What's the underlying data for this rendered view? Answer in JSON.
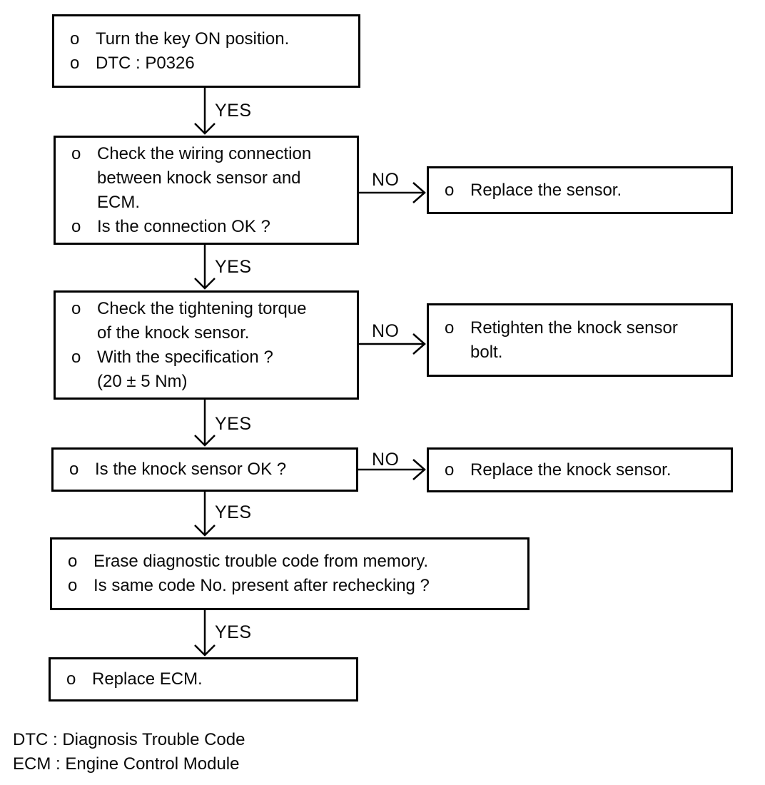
{
  "figure": {
    "title_hint": "DTC P0326 knock sensor diagnostic flowchart",
    "bullet_marker": "o",
    "labels": {
      "yes": "YES",
      "no": "NO"
    },
    "colors": {
      "ink": "#0a0a0a",
      "background": "#ffffff"
    },
    "main_steps": [
      {
        "id": "step-1",
        "bullets": [
          {
            "lines": [
              "Turn the key ON position."
            ]
          },
          {
            "lines": [
              "DTC : P0326"
            ]
          }
        ]
      },
      {
        "id": "step-2",
        "bullets": [
          {
            "lines": [
              "Check the wiring connection",
              "between knock sensor and",
              "ECM."
            ]
          },
          {
            "lines": [
              "Is the connection OK ?"
            ]
          }
        ]
      },
      {
        "id": "step-3",
        "bullets": [
          {
            "lines": [
              "Check the tightening torque",
              "of the knock sensor."
            ]
          },
          {
            "lines": [
              "With the specification ?",
              "(20 ± 5 Nm)"
            ]
          }
        ]
      },
      {
        "id": "step-4",
        "bullets": [
          {
            "lines": [
              "Is the knock sensor OK ?"
            ]
          }
        ]
      },
      {
        "id": "step-5",
        "bullets": [
          {
            "lines": [
              "Erase diagnostic trouble code from memory."
            ]
          },
          {
            "lines": [
              "Is same code No. present after rechecking ?"
            ]
          }
        ]
      },
      {
        "id": "step-6",
        "bullets": [
          {
            "lines": [
              "Replace ECM."
            ]
          }
        ]
      }
    ],
    "no_branches": [
      {
        "id": "branch-1",
        "bullets": [
          {
            "lines": [
              "Replace the sensor."
            ]
          }
        ]
      },
      {
        "id": "branch-2",
        "bullets": [
          {
            "lines": [
              "Retighten the knock sensor",
              "bolt."
            ]
          }
        ]
      },
      {
        "id": "branch-3",
        "bullets": [
          {
            "lines": [
              "Replace the knock sensor."
            ]
          }
        ]
      }
    ],
    "connections": [
      {
        "from": "step-1",
        "label": "YES",
        "to": "step-2"
      },
      {
        "from": "step-2",
        "label": "YES",
        "to": "step-3"
      },
      {
        "from": "step-2",
        "label": "NO",
        "to": "branch-1"
      },
      {
        "from": "step-3",
        "label": "YES",
        "to": "step-4"
      },
      {
        "from": "step-3",
        "label": "NO",
        "to": "branch-2"
      },
      {
        "from": "step-4",
        "label": "YES",
        "to": "step-5"
      },
      {
        "from": "step-4",
        "label": "NO",
        "to": "branch-3"
      },
      {
        "from": "step-5",
        "label": "YES",
        "to": "step-6"
      }
    ],
    "footnotes": [
      "DTC : Diagnosis Trouble Code",
      "ECM : Engine Control Module"
    ]
  }
}
